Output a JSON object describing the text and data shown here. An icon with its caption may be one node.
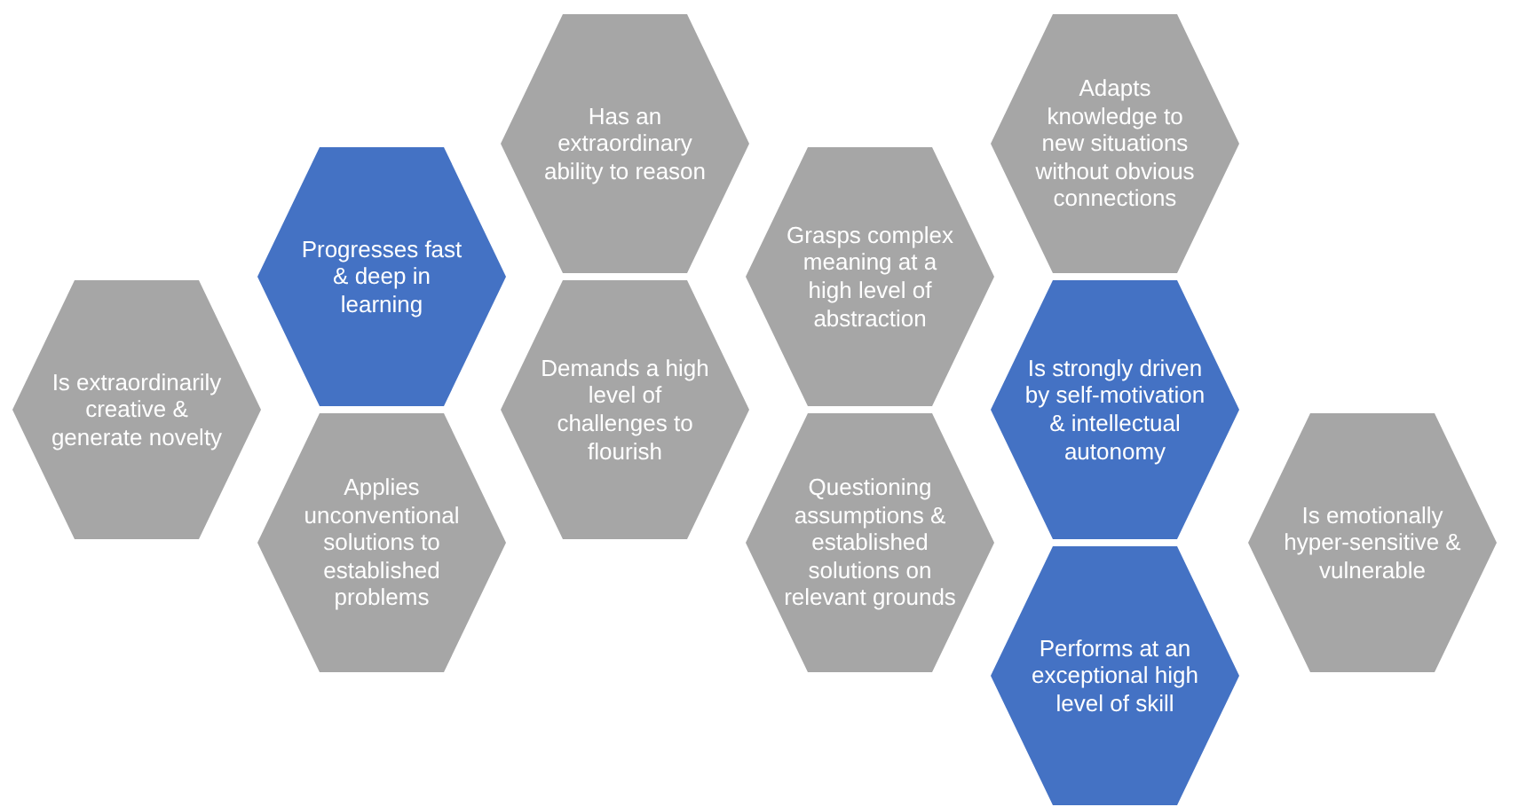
{
  "diagram": {
    "nodes": [
      {
        "text": [
          "Is extraordinarily creative & generate novelty"
        ]
      },
      {
        "text": [
          "Progresses fast & deep in learning"
        ]
      },
      {
        "text": [
          "Applies unconventional solutions to established problems"
        ]
      },
      {
        "text": [
          "Has an extraordinary ability to reason"
        ]
      },
      {
        "text": [
          "Demands a high level of challenges to flourish"
        ]
      },
      {
        "text": [
          "Grasps complex meaning at a high level of abstraction"
        ]
      },
      {
        "text": [
          "Questioning assumptions & established solutions on relevant grounds"
        ]
      },
      {
        "text": [
          "Adapts knowledge to new situations without obvious connections"
        ]
      },
      {
        "text": [
          "Is strongly driven by self-motivation & intellectual autonomy"
        ]
      },
      {
        "text": [
          "Performs at an exceptional high level of skill"
        ]
      },
      {
        "text": [
          "Is emotionally hyper-sensitive & vulnerable"
        ]
      }
    ]
  }
}
